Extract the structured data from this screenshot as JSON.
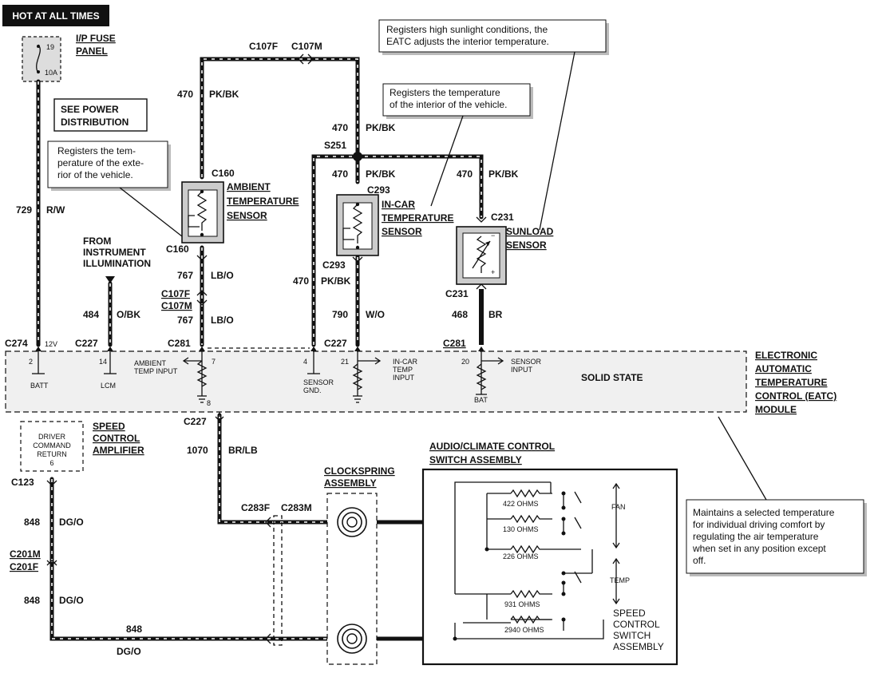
{
  "header": {
    "badge": "HOT AT ALL TIMES"
  },
  "fuse_panel": {
    "fuse_number": "19",
    "fuse_rating": "10A",
    "label_line1": "I/P FUSE",
    "label_line2": "PANEL"
  },
  "notes": {
    "power_distribution": [
      "SEE POWER",
      "DISTRIBUTION"
    ],
    "exterior": [
      "Registers the tem-",
      "perature of the exte-",
      "rior of the vehicle."
    ],
    "interior": [
      "Registers the temperature",
      "of the interior of the vehicle."
    ],
    "sunlight": [
      "Registers high sunlight conditions, the",
      "EATC adjusts the interior temperature."
    ],
    "module": [
      "Maintains a selected temperature",
      "for individual driving comfort by",
      "regulating the air temperature",
      "when set in any position except",
      "off."
    ]
  },
  "connectors": {
    "c107f_top": "C107F",
    "c107m_top": "C107M",
    "c160_top": "C160",
    "c160_bottom": "C160",
    "s251": "S251",
    "c293_top": "C293",
    "c293_bottom": "C293",
    "c231_top": "C231",
    "c231_bottom": "C231",
    "c107f_mid": "C107F",
    "c107m_mid": "C107M",
    "c274": "C274",
    "c227_a": "C227",
    "c281_a": "C281",
    "c227_b": "C227",
    "c281_b": "C281",
    "c227_c": "C227",
    "c123": "C123",
    "c201m": "C201M",
    "c201f": "C201F",
    "c283f": "C283F",
    "c283m": "C283M"
  },
  "wires": {
    "w729": "729",
    "w729_color": "R/W",
    "w470_a": "470",
    "w470_a_color": "PK/BK",
    "w470_b": "470",
    "w470_b_color": "PK/BK",
    "w470_c": "470",
    "w470_c_color": "PK/BK",
    "w470_d": "470",
    "w470_d_color": "PK/BK",
    "w470_e": "470",
    "w470_e_color": "PK/BK",
    "w767_a": "767",
    "w767_a_color": "LB/O",
    "w767_b": "767",
    "w767_b_color": "LB/O",
    "w484": "484",
    "w484_color": "O/BK",
    "w790": "790",
    "w790_color": "W/O",
    "w468": "468",
    "w468_color": "BR",
    "w1070": "1070",
    "w1070_color": "BR/LB",
    "w848_a": "848",
    "w848_a_color": "DG/O",
    "w848_b": "848",
    "w848_b_color": "DG/O",
    "w848_c": "848",
    "w848_c_color": "DG/O"
  },
  "components": {
    "ambient": [
      "AMBIENT",
      "TEMPERATURE",
      "SENSOR"
    ],
    "incar": [
      "IN-CAR",
      "TEMPERATURE",
      "SENSOR"
    ],
    "sunload": [
      "SUNLOAD",
      "SENSOR"
    ],
    "from_illum": [
      "FROM",
      "INSTRUMENT",
      "ILLUMINATION"
    ],
    "speed_amp": [
      "SPEED",
      "CONTROL",
      "AMPLIFIER"
    ],
    "driver_cmd": [
      "DRIVER",
      "COMMAND",
      "RETURN",
      "6"
    ],
    "clockspring": [
      "CLOCKSPRING",
      "ASSEMBLY"
    ],
    "audio_switch": [
      "AUDIO/CLIMATE CONTROL",
      "SWITCH ASSEMBLY"
    ],
    "scs_assembly": [
      "SPEED",
      "CONTROL",
      "SWITCH",
      "ASSEMBLY"
    ]
  },
  "module": {
    "name": [
      "ELECTRONIC",
      "AUTOMATIC",
      "TEMPERATURE",
      "CONTROL (EATC)",
      "MODULE"
    ],
    "solid_state": "SOLID STATE",
    "pins": {
      "p2": "2",
      "p12v": "12V",
      "p14": "14",
      "p7": "7",
      "p8": "8",
      "p4": "4",
      "p21": "21",
      "p20": "20"
    },
    "labels": {
      "batt": "BATT",
      "lcm": "LCM",
      "ambient_input": [
        "AMBIENT",
        "TEMP INPUT"
      ],
      "sensor_gnd": [
        "SENSOR",
        "GND."
      ],
      "incar_input": [
        "IN-CAR",
        "TEMP",
        "INPUT"
      ],
      "sensor_input": [
        "SENSOR",
        "INPUT"
      ],
      "bat": "BAT"
    }
  },
  "switch": {
    "resistors": [
      "422 OHMS",
      "130 OHMS",
      "226 OHMS",
      "931 OHMS",
      "2940 OHMS"
    ],
    "fan": "FAN",
    "temp": "TEMP"
  }
}
